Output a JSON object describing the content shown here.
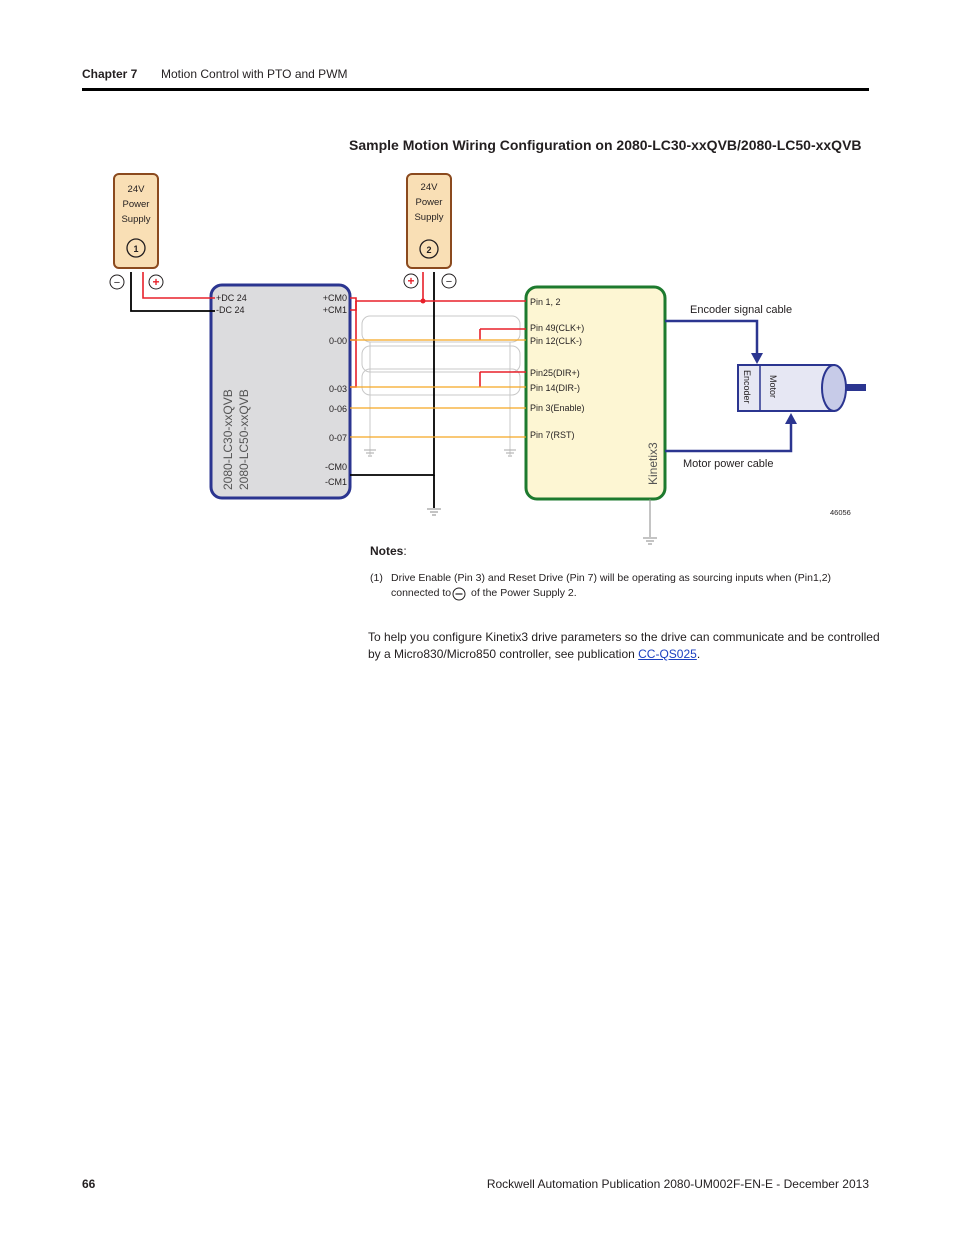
{
  "header": {
    "chapter": "Chapter 7",
    "title": "Motion Control with PTO and PWM"
  },
  "figure": {
    "title": "Sample Motion Wiring Configuration on 2080-LC30-xxQVB/2080-LC50-xxQVB",
    "psu1": {
      "line1": "24V",
      "line2": "Power",
      "line3": "Supply",
      "number": "1"
    },
    "psu2": {
      "line1": "24V",
      "line2": "Power",
      "line3": "Supply",
      "number": "2"
    },
    "controller": {
      "name_line1": "2080-LC30-xxQVB",
      "name_line2": "2080-LC50-xxQVB",
      "pins_left": [
        "+DC 24",
        "-DC 24"
      ],
      "pins_right": [
        "+CM0",
        "+CM1",
        "0-00",
        "0-03",
        "0-06",
        "0-07",
        "-CM0",
        "-CM1"
      ]
    },
    "drive": {
      "name": "Kinetix3",
      "pins": [
        "Pin 1, 2",
        "Pin 49(CLK+)",
        "Pin 12(CLK-)",
        "Pin25(DIR+)",
        "Pin 14(DIR-)",
        "Pin 3(Enable)",
        "Pin 7(RST)"
      ]
    },
    "motor": {
      "encoder_label": "Encoder",
      "motor_label": "Motor"
    },
    "encoder_cable": "Encoder signal cable",
    "motor_cable": "Motor power cable",
    "figure_id": "46056",
    "plus_sign": "+",
    "minus_sign": "−",
    "colors": {
      "red": "#e8202a",
      "orange": "#f5a623",
      "blue": "#2b3590",
      "green": "#1d7a2e",
      "psu": "#f9dfb5",
      "ctrl": "#dcdcde",
      "drive": "#fdf6d3"
    }
  },
  "notes": {
    "heading": "Notes",
    "colon": ":",
    "number": "(1)",
    "line1": "Drive Enable (Pin 3) and Reset Drive (Pin 7) will be operating as sourcing inputs when (Pin1,2)",
    "line2a": "connected to",
    "line2b": "of the Power Supply 2."
  },
  "paragraph": {
    "line1": "To help you configure Kinetix3 drive parameters so the drive can communicate and be controlled",
    "line2_pre": "by a Micro830/Micro850 controller, see publication ",
    "link": "CC-QS025",
    "line2_post": "."
  },
  "footer": {
    "page": "66",
    "publication": "Rockwell Automation Publication 2080-UM002F-EN-E - December 2013"
  }
}
